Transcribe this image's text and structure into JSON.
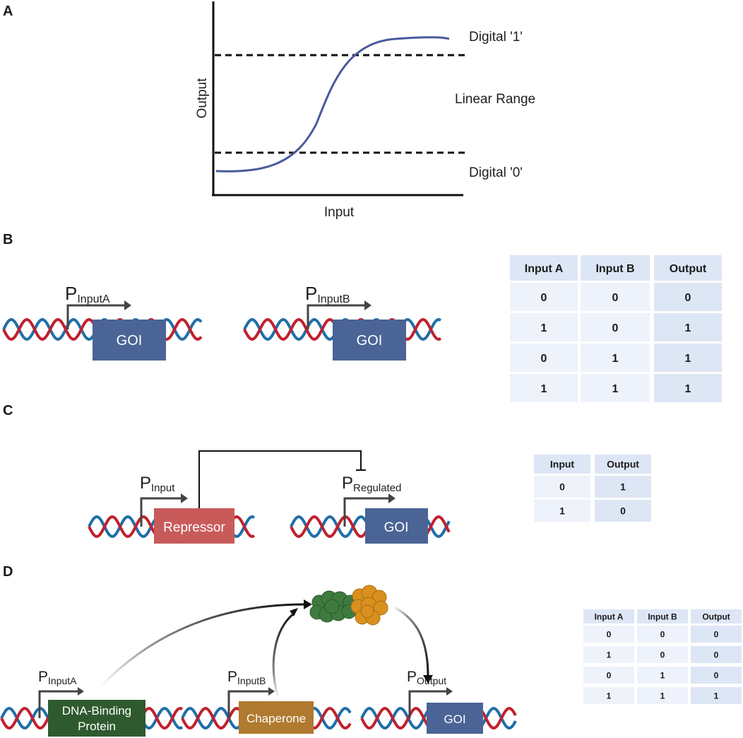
{
  "panels": {
    "a": {
      "letter": "A",
      "x_axis_label": "Input",
      "y_axis_label": "Output",
      "upper_label": "Digital '1'",
      "middle_label": "Linear Range",
      "lower_label": "Digital '0'",
      "curve_color": "#4a5a9c"
    },
    "b": {
      "letter": "B",
      "promoter1": {
        "main": "P",
        "sub": "InputA"
      },
      "promoter2": {
        "main": "P",
        "sub": "InputB"
      },
      "gene1": "GOI",
      "gene2": "GOI",
      "gene_color": "#4a6496",
      "table": {
        "headers": [
          "Input A",
          "Input B",
          "Output"
        ],
        "rows": [
          [
            "0",
            "0",
            "0"
          ],
          [
            "1",
            "0",
            "1"
          ],
          [
            "0",
            "1",
            "1"
          ],
          [
            "1",
            "1",
            "1"
          ]
        ]
      }
    },
    "c": {
      "letter": "C",
      "promoter1": {
        "main": "P",
        "sub": "Input"
      },
      "promoter2": {
        "main": "P",
        "sub": "Regulated"
      },
      "repressor": "Repressor",
      "repressor_color": "#c85a5a",
      "gene": "GOI",
      "table": {
        "headers": [
          "Input",
          "Output"
        ],
        "rows": [
          [
            "0",
            "1"
          ],
          [
            "1",
            "0"
          ]
        ]
      }
    },
    "d": {
      "letter": "D",
      "promoter1": {
        "main": "P",
        "sub": "InputA"
      },
      "promoter2": {
        "main": "P",
        "sub": "InputB"
      },
      "promoter3": {
        "main": "P",
        "sub": "Output"
      },
      "dna_binding_line1": "DNA-Binding",
      "dna_binding_line2": "Protein",
      "dna_binding_color": "#2f5a2f",
      "chaperone": "Chaperone",
      "chaperone_color": "#b07a30",
      "gene": "GOI",
      "complex_colors": [
        "#3f7a3f",
        "#d9901f"
      ],
      "table": {
        "headers": [
          "Input A",
          "Input B",
          "Output"
        ],
        "rows": [
          [
            "0",
            "0",
            "0"
          ],
          [
            "1",
            "0",
            "0"
          ],
          [
            "0",
            "1",
            "0"
          ],
          [
            "1",
            "1",
            "1"
          ]
        ]
      }
    }
  },
  "dna_colors": {
    "strand1": "#c0202e",
    "strand2": "#1f6ea8"
  },
  "table_colors": {
    "header": "#dde6f5",
    "cell": "#eef2fa",
    "output_cell": "#dde6f5"
  }
}
